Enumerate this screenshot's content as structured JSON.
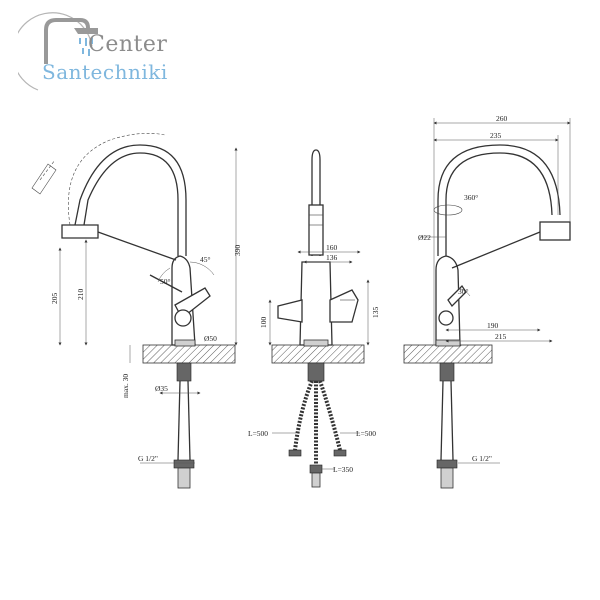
{
  "brand": {
    "line1": "Center",
    "line2": "Santechniki",
    "colors": {
      "gray": "#8c8c8c",
      "blue": "#7fb7de"
    }
  },
  "icons": {
    "logo": "shower-head-icon"
  },
  "labels": {
    "left": {
      "angle45": "45°",
      "angle50": "50°",
      "h390": "390",
      "h205": "205",
      "h210": "210",
      "d50": "Ø50",
      "max30": "max. 30",
      "d35": "Ø35",
      "g12": "G 1/2\""
    },
    "middle": {
      "w160": "160",
      "w136": "136",
      "h100": "100",
      "h135": "135",
      "l500a": "L=500",
      "l500b": "L=500",
      "l350": "L=350"
    },
    "right": {
      "w260": "260",
      "w235": "235",
      "rot360": "360°",
      "d22": "Ø22",
      "angle30": "30°",
      "w190": "190",
      "w215": "215",
      "g12": "G 1/2\""
    }
  }
}
